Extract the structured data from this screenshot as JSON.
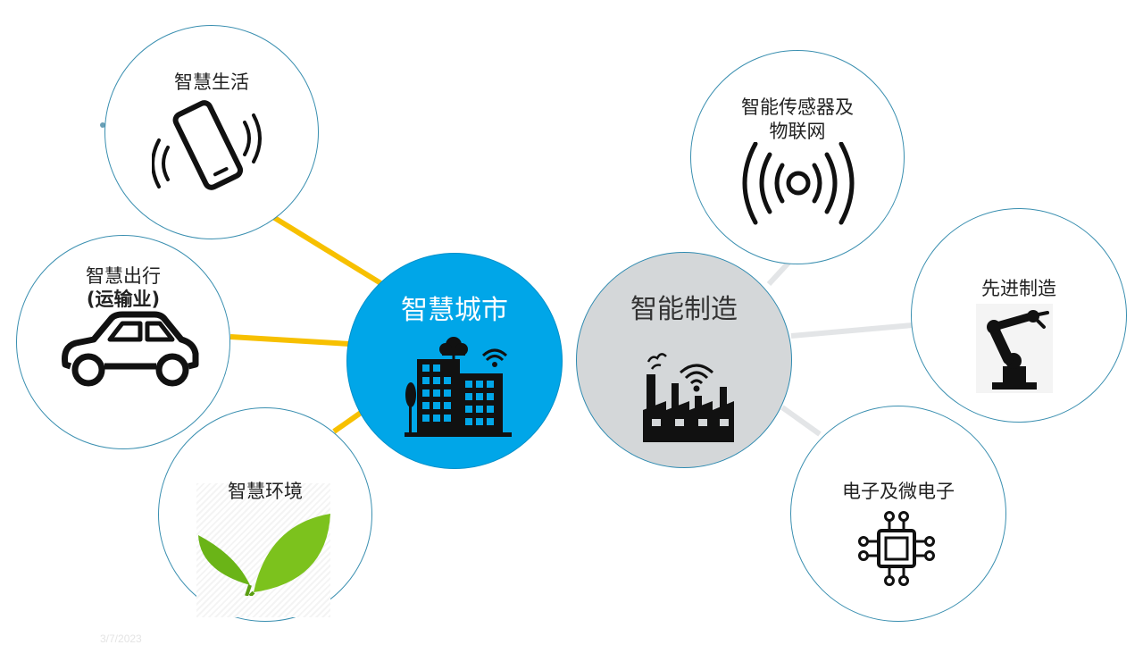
{
  "hubs": {
    "smart_city": {
      "label": "智慧城市",
      "color": "#00a6e8"
    },
    "smart_manufacturing": {
      "label": "智能制造",
      "color": "#d4d7d9"
    }
  },
  "city_nodes": {
    "smart_life": {
      "label": "智慧生活"
    },
    "smart_mobility": {
      "line1": "智慧出行",
      "line2": "(运输业)"
    },
    "smart_environment": {
      "label": "智慧环境"
    }
  },
  "manufacturing_nodes": {
    "sensors_iot": {
      "line1": "智能传感器及",
      "line2": "物联网"
    },
    "advanced_manufacturing": {
      "label": "先进制造"
    },
    "electronics": {
      "label": "电子及微电子"
    }
  },
  "connector_colors": {
    "city": "#f7c000",
    "manufacturing": "#e3e5e7"
  },
  "footer": {
    "date": "3/7/2023"
  }
}
